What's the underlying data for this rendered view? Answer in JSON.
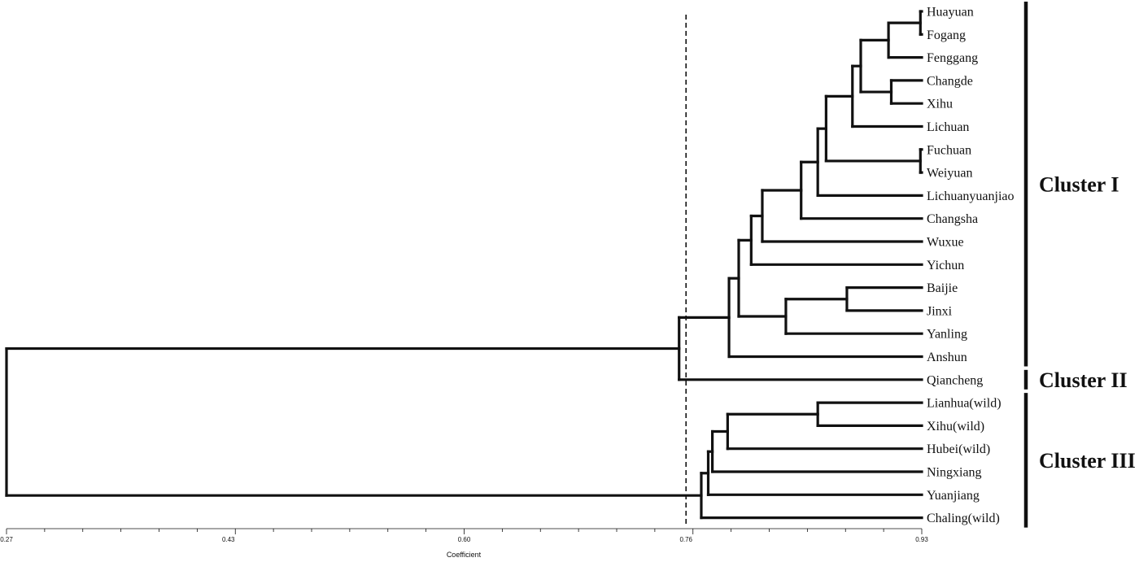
{
  "axis": {
    "title": "Coefficient",
    "min": 0.27,
    "max": 0.93,
    "tick_labels": [
      "0.27",
      "0.43",
      "0.60",
      "0.76",
      "0.93"
    ],
    "tick_values": [
      0.27,
      0.43,
      0.6,
      0.76,
      0.93
    ],
    "threshold": 0.76,
    "threshold_style": "dashed vertical line"
  },
  "leaves": [
    "Huayuan",
    "Fogang",
    "Fenggang",
    "Changde",
    "Xihu",
    "Lichuan",
    "Fuchuan",
    "Weiyuan",
    "Lichuanyuanjiao",
    "Changsha",
    "Wuxue",
    "Yichun",
    "Baijie",
    "Jinxi",
    "Yanling",
    "Anshun",
    "Qiancheng",
    "Lianhua(wild)",
    "Xihu(wild)",
    "Hubei(wild)",
    "Ningxiang",
    "Yuanjiang",
    "Chaling(wild)"
  ],
  "merges": [
    {
      "a": "L0",
      "b": "L1",
      "height": 0.929
    },
    {
      "a": "N0",
      "b": "L2",
      "height": 0.906
    },
    {
      "a": "L3",
      "b": "L4",
      "height": 0.908
    },
    {
      "a": "N1",
      "b": "N2",
      "height": 0.886
    },
    {
      "a": "N3",
      "b": "L5",
      "height": 0.88
    },
    {
      "a": "L6",
      "b": "L7",
      "height": 0.929
    },
    {
      "a": "N4",
      "b": "N5",
      "height": 0.861
    },
    {
      "a": "N6",
      "b": "L8",
      "height": 0.855
    },
    {
      "a": "N7",
      "b": "L9",
      "height": 0.843
    },
    {
      "a": "N8",
      "b": "L10",
      "height": 0.815
    },
    {
      "a": "N9",
      "b": "L11",
      "height": 0.807
    },
    {
      "a": "L12",
      "b": "L13",
      "height": 0.876
    },
    {
      "a": "N11",
      "b": "L14",
      "height": 0.832
    },
    {
      "a": "N10",
      "b": "N12",
      "height": 0.798
    },
    {
      "a": "N13",
      "b": "L15",
      "height": 0.791
    },
    {
      "a": "N14",
      "b": "L16",
      "height": 0.755
    },
    {
      "a": "L17",
      "b": "L18",
      "height": 0.855
    },
    {
      "a": "N16",
      "b": "L19",
      "height": 0.79
    },
    {
      "a": "N17",
      "b": "L20",
      "height": 0.779
    },
    {
      "a": "N18",
      "b": "L21",
      "height": 0.776
    },
    {
      "a": "N19",
      "b": "L22",
      "height": 0.771
    },
    {
      "a": "N15",
      "b": "N20",
      "height": 0.27
    }
  ],
  "clusters": [
    {
      "label": "Cluster I",
      "from": 0,
      "to": 15
    },
    {
      "label": "Cluster II",
      "from": 16,
      "to": 16
    },
    {
      "label": "Cluster III",
      "from": 17,
      "to": 22
    }
  ]
}
